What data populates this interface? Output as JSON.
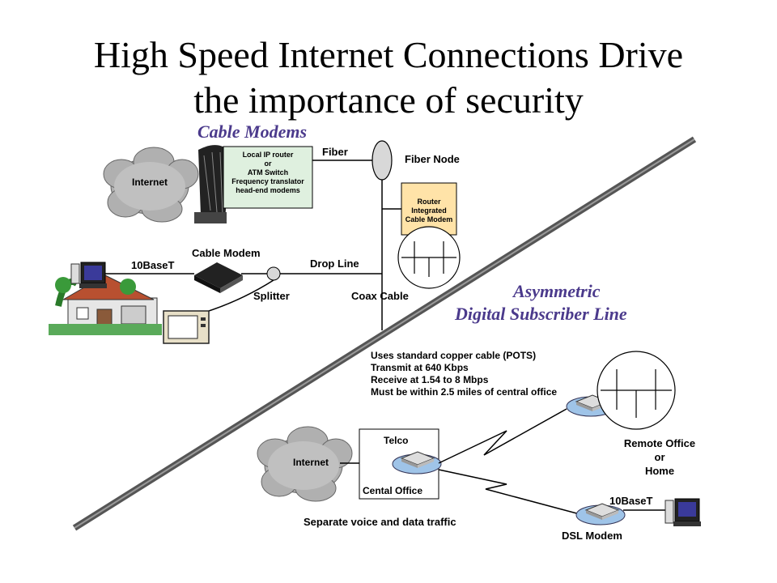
{
  "title": {
    "line1": "High Speed Internet Connections Drive",
    "line2": "the importance of security"
  },
  "cable": {
    "heading": "Cable  Modems",
    "internet": "Internet",
    "headend": [
      "Local IP router",
      "or",
      "ATM Switch",
      "Frequency translator",
      "head-end modems"
    ],
    "fiber": "Fiber",
    "fiber_node": "Fiber Node",
    "router": [
      "Router",
      "Integrated",
      "Cable Modem"
    ],
    "cable_modem": "Cable Modem",
    "tenbaset": "10BaseT",
    "drop_line": "Drop Line",
    "splitter": "Splitter",
    "coax": "Coax Cable"
  },
  "adsl": {
    "heading_line1": "Asymmetric",
    "heading_line2": "Digital  Subscriber  Line",
    "specs": [
      "Uses standard copper cable (POTS)",
      "Transmit at 640 Kbps",
      "Receive at 1.54 to 8 Mbps",
      "Must be within 2.5 miles of central office"
    ],
    "internet": "Internet",
    "telco": "Telco",
    "central_office": "Cental  Office",
    "separate": "Separate voice and data traffic",
    "remote": [
      "Remote Office",
      "or",
      "Home"
    ],
    "tenbaset": "10BaseT",
    "dsl_modem": "DSL Modem"
  },
  "colors": {
    "heading": "#4b3a8c",
    "router_fill": "#ffe3a8",
    "headend_fill": "#dff0df",
    "cloud": "#b0b0b0",
    "modem_blue": "#9fc4e8",
    "divider": "#555555"
  }
}
